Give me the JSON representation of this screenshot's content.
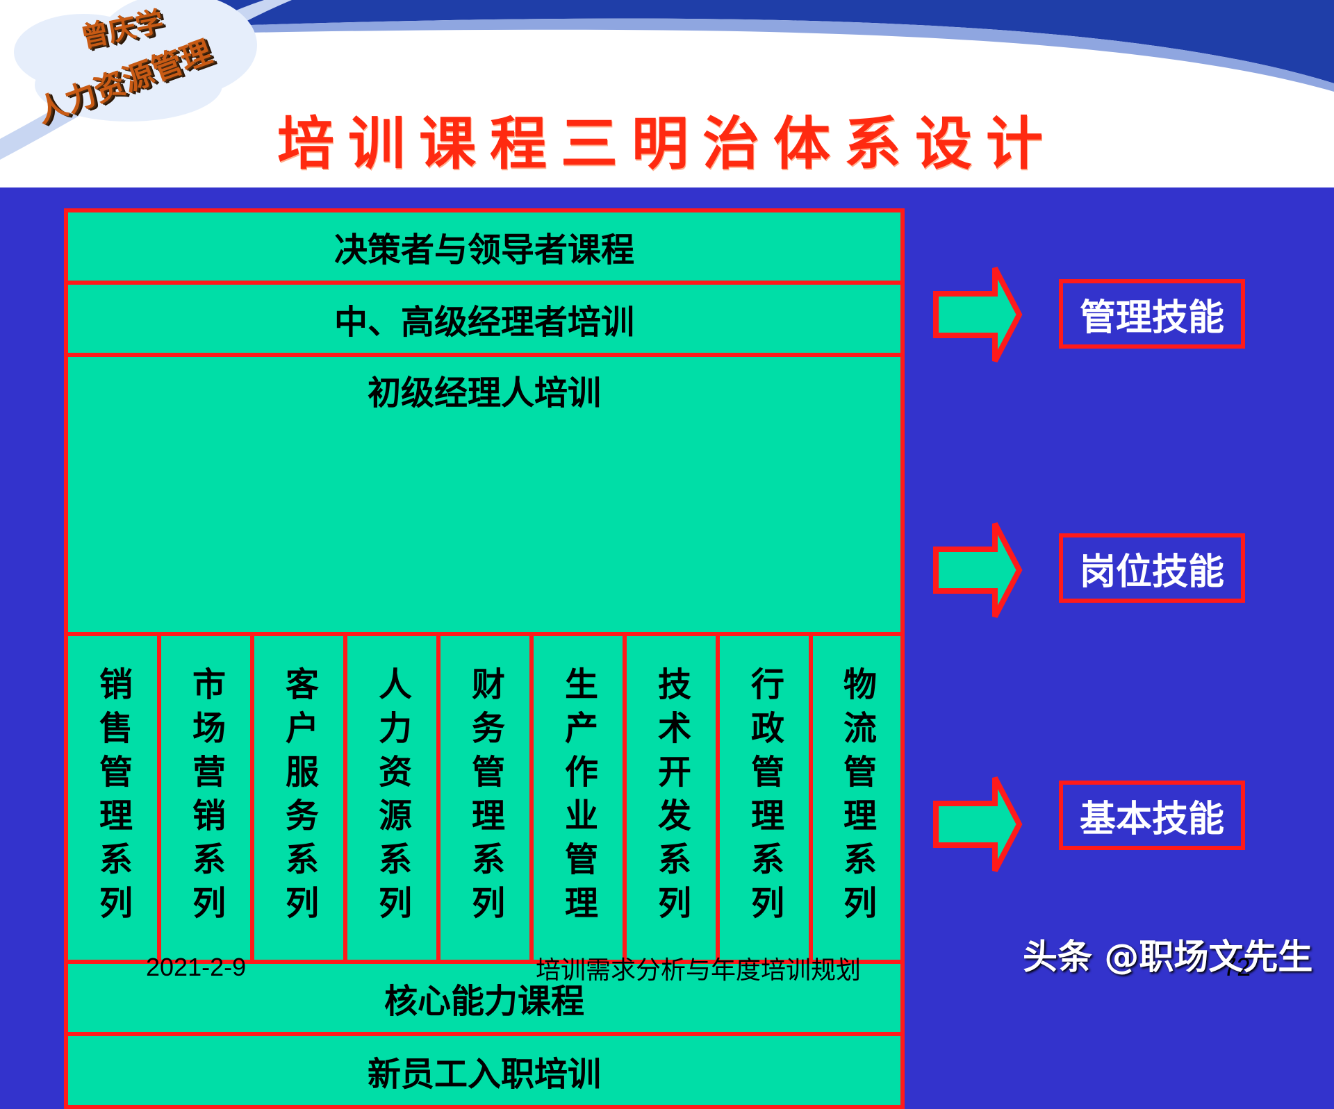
{
  "header": {
    "logo": {
      "line1": "曾庆学",
      "line2": "人力资源管理"
    },
    "title": "培训课程三明治体系设计"
  },
  "diagram": {
    "top_levels": [
      "决策者与领导者课程",
      "中、高级经理者培训",
      "初级经理人培训"
    ],
    "functional_series": [
      "销售管理系列",
      "市场营销系列",
      "客户服务系列",
      "人力资源系列",
      "财务管理系列",
      "生产作业管理",
      "技术开发系列",
      "行政管理系列",
      "物流管理系列"
    ],
    "bottom_levels": [
      "核心能力课程",
      "新员工入职培训"
    ]
  },
  "skills": [
    "管理技能",
    "岗位技能",
    "基本技能"
  ],
  "footer": {
    "date": "2021-2-9",
    "center": "培训需求分析与年度培训规划",
    "page": "72"
  },
  "watermark": "头条 @职场文先生",
  "colors": {
    "background": "#3333cc",
    "box_fill": "#00dea7",
    "border": "#ff1a1a",
    "title": "#ff2a10"
  }
}
